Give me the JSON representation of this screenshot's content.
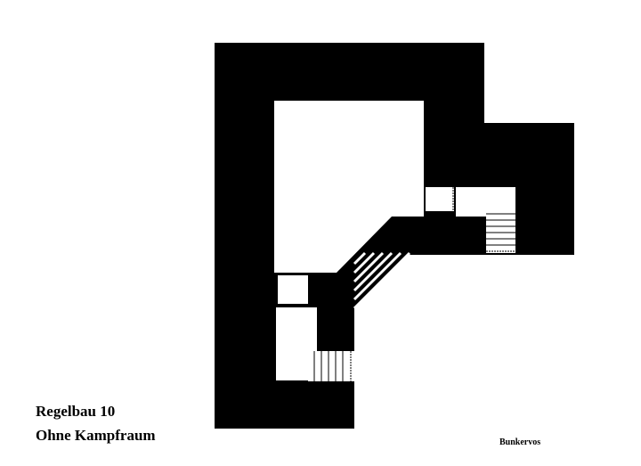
{
  "title_line1": "Regelbau 10",
  "title_line2": "Ohne Kampfraum",
  "credit": "Bunkervos",
  "colors": {
    "wall": "#000000",
    "room": "#ffffff",
    "background": "#ffffff"
  }
}
